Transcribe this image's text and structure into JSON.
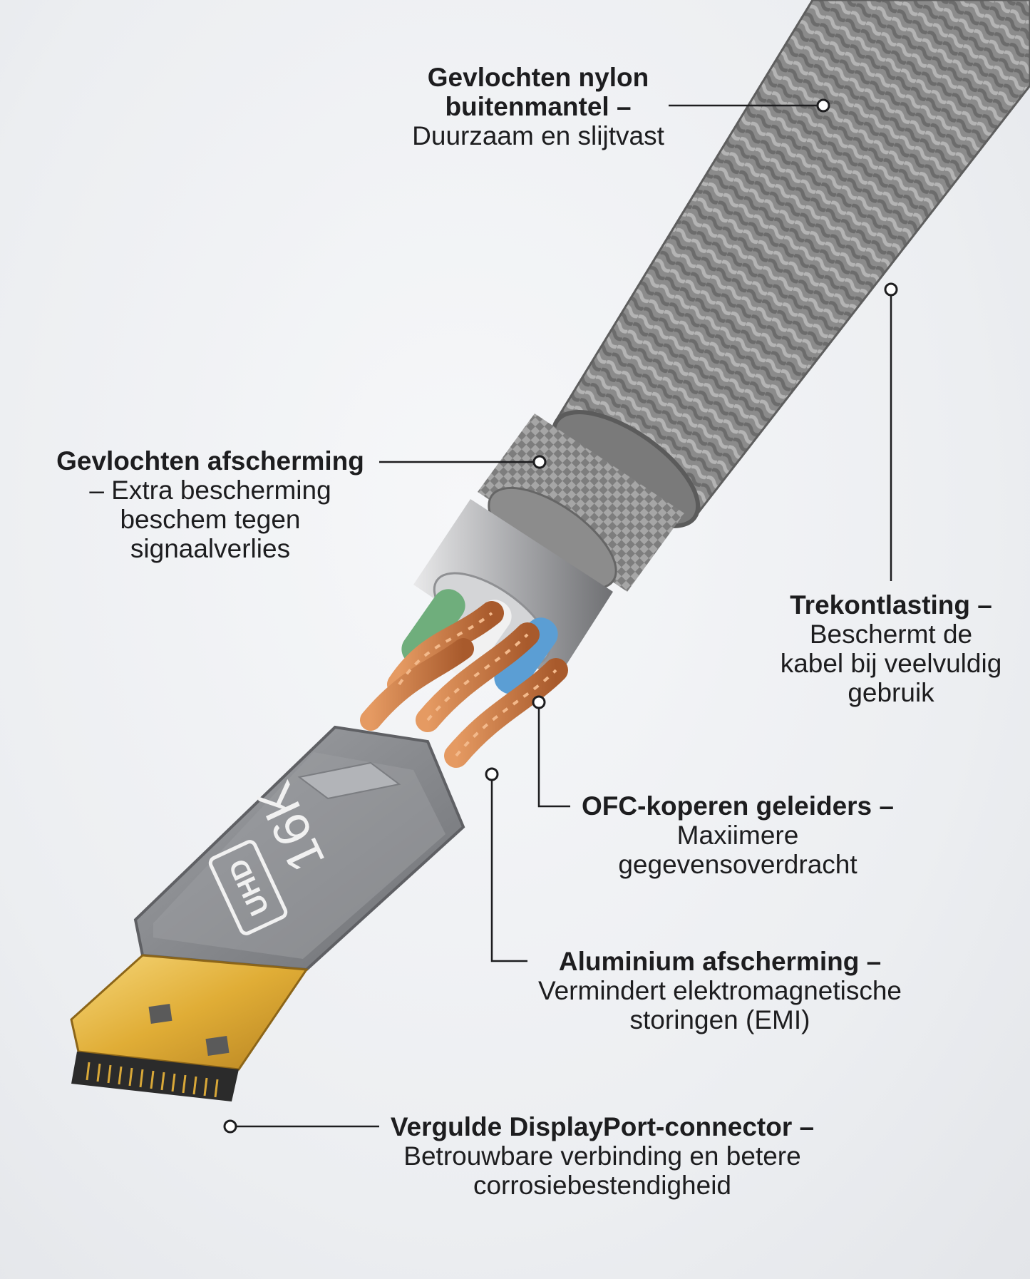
{
  "callouts": {
    "jacket": {
      "title_lines": [
        "Gevlochten nylon",
        "buitenmantel –"
      ],
      "desc_lines": [
        "Duurzaam en slijtvast"
      ]
    },
    "shield": {
      "title_lines": [
        "Gevlochten afscherming"
      ],
      "desc_lines": [
        "– Extra bescherming",
        "beschem tegen",
        "signaalverlies"
      ]
    },
    "strain": {
      "title_lines": [
        "Trekontlasting –"
      ],
      "desc_lines": [
        "Beschermt de",
        "kabel bij veelvuldig",
        "gebruik"
      ]
    },
    "ofc": {
      "title_lines": [
        "OFC-koperen geleiders –"
      ],
      "desc_lines": [
        "Maxiimere",
        "gegevensoverdracht"
      ]
    },
    "aluminium": {
      "title_lines": [
        "Aluminium afscherming –"
      ],
      "desc_lines": [
        "Vermindert elektromagnetische",
        "storingen (EMI)"
      ]
    },
    "connector": {
      "title_lines": [
        "Vergulde DisplayPort-connector –"
      ],
      "desc_lines": [
        "Betrouwbare verbinding en betere",
        "corrosiebestendigheid"
      ]
    }
  },
  "product": {
    "resolution_label": "16K",
    "badge_label": "UHD"
  },
  "colors": {
    "leader_line": "#1d1d1f",
    "braid": "#8a8a8a",
    "copper": "#c9743f",
    "gold": "#e2b43a",
    "housing": "#8c8e92"
  }
}
